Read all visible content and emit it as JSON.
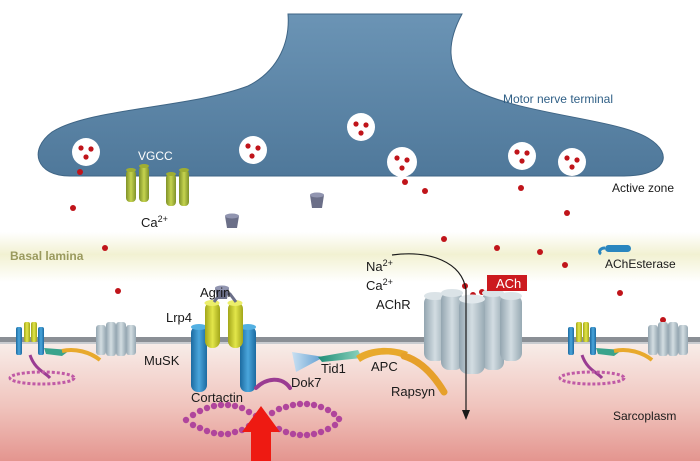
{
  "labels": {
    "motor_nerve_terminal": "Motor nerve terminal",
    "active_zone": "Active zone",
    "basal_lamina": "Basal lamina",
    "sarcoplasm": "Sarcoplasm",
    "vgcc": "VGCC",
    "ca": "Ca",
    "ca_sup": "2+",
    "na": "Na",
    "na_sup": "2+",
    "ca2": "Ca",
    "ca2_sup": "2+",
    "achr": "AChR",
    "ach": "ACh",
    "achesterase": "AChEsterase",
    "agrin": "Agrin",
    "lrp4": "Lrp4",
    "musk": "MuSK",
    "cortactin": "Cortactin",
    "dok7": "Dok7",
    "tid1": "Tid1",
    "apc": "APC",
    "rapsyn": "Rapsyn"
  },
  "colors": {
    "nerve": "#5f88aa",
    "nerve_stroke": "#3f6585",
    "basal_lamina": "#f3f2d4",
    "sarcoplasm_top": "#f7eeea",
    "sarcoplasm_bottom": "#e79f98",
    "vgcc": "#a9b93a",
    "vgcc_dark": "#7a8a22",
    "musk": "#2a86bf",
    "lrp4": "#c4c82a",
    "achr": "#b9c6cd",
    "achr_dark": "#8ea0ab",
    "ach_dot": "#c0141a",
    "ach_box": "#cc1a1f",
    "cortactin": "#9a3c92",
    "dok7": "#9fc4e2",
    "tid1": "#3aa38c",
    "apc": "#e8a92c",
    "rapsyn": "#e6a02b",
    "arrow": "#ee1a12",
    "esterase": "#2a86bf"
  },
  "icons": {
    "vesicle": "synaptic-vesicle-icon",
    "channel": "vgcc-channel-icon",
    "receptor": "achr-receptor-icon"
  }
}
